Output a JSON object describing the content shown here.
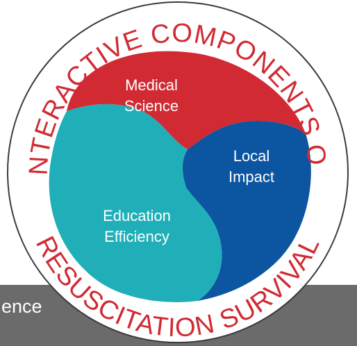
{
  "colors": {
    "red": "#d12a33",
    "blue": "#0c55a0",
    "teal": "#20afb8",
    "ring_text": "#d12a33",
    "outline": "#3a3a3a",
    "bar": "#6b6b6b"
  },
  "ring": {
    "top_text": "INTERACTIVE COMPONENTS OF",
    "bottom_text": "RESUSCITATION SURVIVAL"
  },
  "segments": {
    "medical_line1": "Medical",
    "medical_line2": "Science",
    "local_line1": "Local",
    "local_line2": "Impact",
    "education_line1": "Education",
    "education_line2": "Efficiency"
  },
  "bottom_bar": {
    "text": "ence"
  }
}
